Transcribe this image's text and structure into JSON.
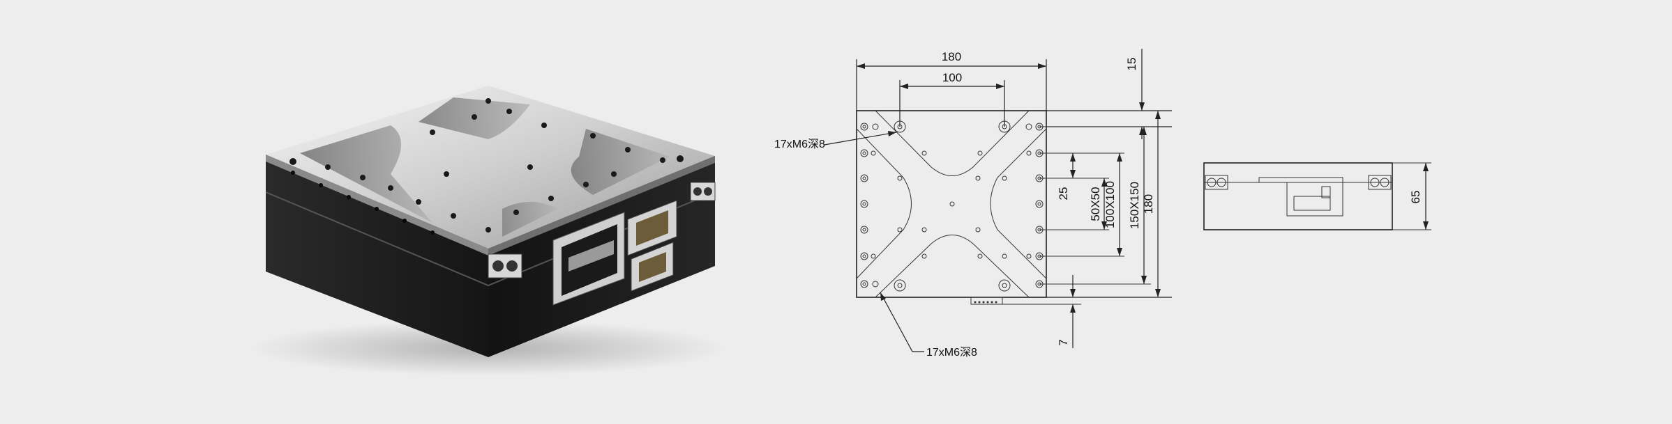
{
  "top_view": {
    "dims": {
      "width_overall": "180",
      "hole_spacing_top": "100",
      "offset_top": "15",
      "step_25": "25",
      "range_50": "50X50",
      "range_100": "100X100",
      "range_150": "150X150",
      "height_overall": "180",
      "offset_bottom": "7"
    },
    "notes": {
      "tapped_holes_top": "17xM6深8",
      "tapped_holes_bottom": "17xM6深8"
    }
  },
  "side_view": {
    "dims": {
      "height": "65"
    }
  },
  "colors": {
    "background": "#ededed",
    "body": "#1c1c1c",
    "top_plate": "#c9c9c9",
    "line": "#222222"
  }
}
